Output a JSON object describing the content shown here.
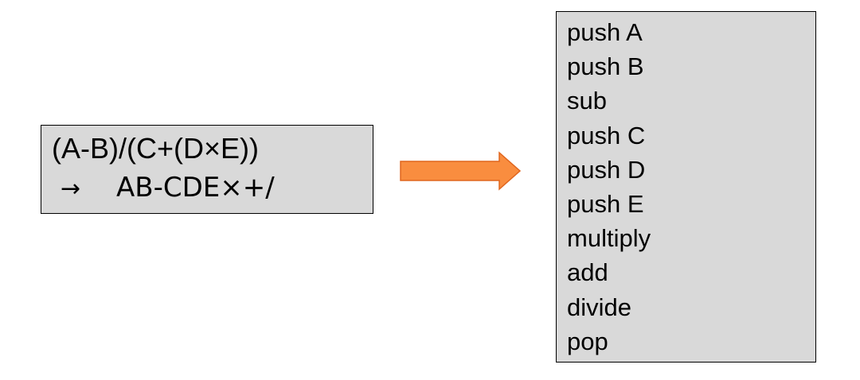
{
  "expression": {
    "infix": "(A-B)/(C+(D×E))",
    "arrow_symbol": "→",
    "postfix": "AB-CDE×+/"
  },
  "arrow": {
    "fill_color": "#f98d3f",
    "stroke_color": "#e0661e"
  },
  "stack_code": {
    "lines": [
      "push A",
      "push B",
      "sub",
      "push C",
      "push D",
      "push E",
      "multiply",
      "add",
      "divide",
      "pop"
    ]
  }
}
